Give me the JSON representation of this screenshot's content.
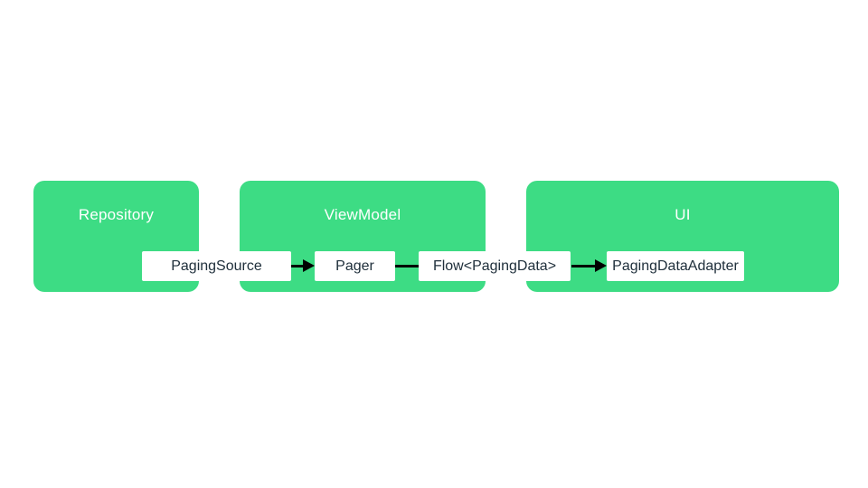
{
  "diagram": {
    "layers": [
      {
        "title": "Repository"
      },
      {
        "title": "ViewModel"
      },
      {
        "title": "UI"
      }
    ],
    "components": [
      {
        "label": "PagingSource"
      },
      {
        "label": "Pager"
      },
      {
        "label": "Flow<PagingData>"
      },
      {
        "label": "PagingDataAdapter"
      }
    ],
    "connectors": [
      {
        "from": "PagingSource",
        "to": "Pager",
        "type": "arrow"
      },
      {
        "from": "Pager",
        "to": "Flow<PagingData>",
        "type": "line"
      },
      {
        "from": "Flow<PagingData>",
        "to": "PagingDataAdapter",
        "type": "arrow"
      }
    ],
    "colors": {
      "layer_fill": "#3ddc84",
      "layer_title": "#ffffff",
      "component_fill": "#ffffff",
      "component_text": "#20303c",
      "connector": "#000000",
      "background": "#ffffff"
    }
  }
}
